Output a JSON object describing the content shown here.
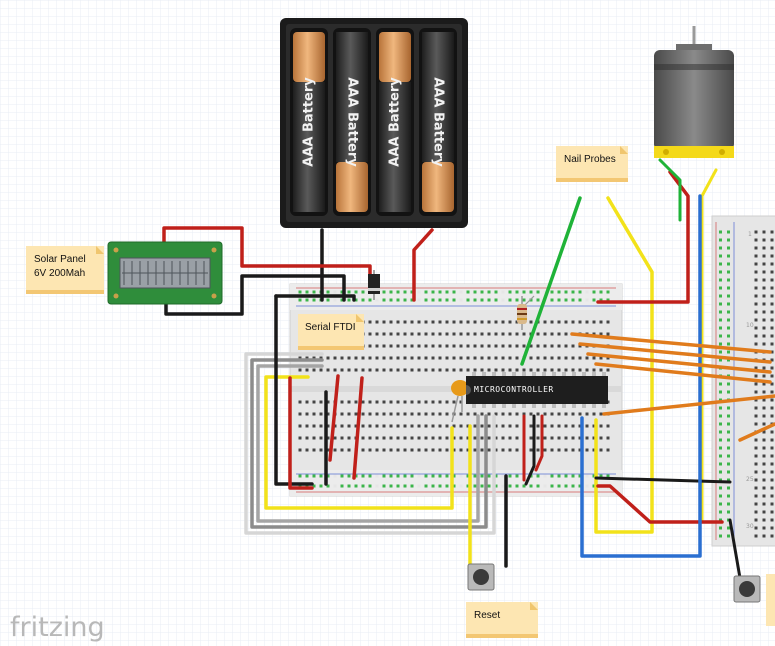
{
  "app": {
    "logo": "fritzing"
  },
  "labels": {
    "solar_panel": [
      "Solar Panel",
      "6V 200Mah"
    ],
    "serial_ftdi": "Serial FTDI",
    "nail_probes": "Nail Probes",
    "reset": "Reset"
  },
  "battery": {
    "cell_label": "AAA Battery",
    "cell_count": 4
  },
  "chip": {
    "label": "MICROCONTROLLER"
  },
  "colors": {
    "wire_red": "#c0201a",
    "wire_black": "#1a1a1a",
    "wire_yellow": "#f2e21a",
    "wire_green": "#1fb338",
    "wire_blue": "#2a6fd1",
    "wire_orange": "#e07b1c",
    "wire_gray": "#8c8c8c",
    "breadboard": "#e7e7e7",
    "grid": "#e9eef5",
    "note": "#fde6b2"
  }
}
